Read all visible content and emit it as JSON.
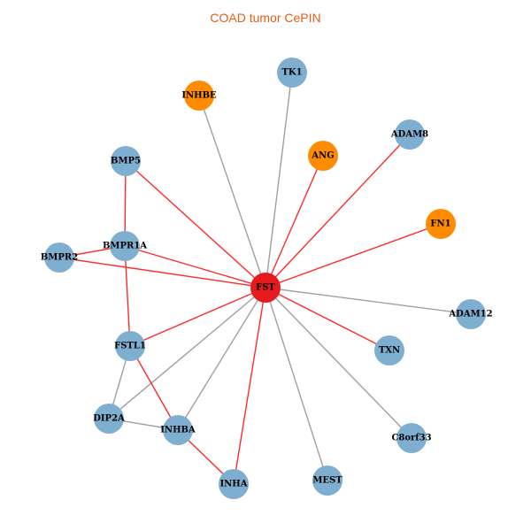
{
  "title": "COAD tumor CePIN",
  "colors": {
    "title": "#e85a14",
    "hub": "#e41a1c",
    "node": "#7fafd0",
    "highlight": "#ff8c00",
    "edge_red": "#ff2a2a",
    "edge_gray": "#a0a0a0"
  },
  "nodes": [
    {
      "id": "FST",
      "type": "hub"
    },
    {
      "id": "TK1",
      "type": "node"
    },
    {
      "id": "INHBE",
      "type": "highlight"
    },
    {
      "id": "ADAM8",
      "type": "node"
    },
    {
      "id": "ANG",
      "type": "highlight"
    },
    {
      "id": "BMP5",
      "type": "node"
    },
    {
      "id": "FN1",
      "type": "highlight"
    },
    {
      "id": "BMPR1A",
      "type": "node"
    },
    {
      "id": "BMPR2",
      "type": "node"
    },
    {
      "id": "ADAM12",
      "type": "node"
    },
    {
      "id": "FSTL1",
      "type": "node"
    },
    {
      "id": "TXN",
      "type": "node"
    },
    {
      "id": "DIP2A",
      "type": "node"
    },
    {
      "id": "INHBA",
      "type": "node"
    },
    {
      "id": "C8orf33",
      "type": "node"
    },
    {
      "id": "INHA",
      "type": "node"
    },
    {
      "id": "MEST",
      "type": "node"
    }
  ],
  "edges": [
    {
      "source": "FST",
      "target": "TK1",
      "color": "gray"
    },
    {
      "source": "FST",
      "target": "INHBE",
      "color": "gray"
    },
    {
      "source": "FST",
      "target": "ADAM8",
      "color": "red"
    },
    {
      "source": "FST",
      "target": "ANG",
      "color": "red"
    },
    {
      "source": "FST",
      "target": "FN1",
      "color": "red"
    },
    {
      "source": "FST",
      "target": "BMP5",
      "color": "red"
    },
    {
      "source": "FST",
      "target": "BMPR1A",
      "color": "red"
    },
    {
      "source": "FST",
      "target": "BMPR2",
      "color": "red"
    },
    {
      "source": "FST",
      "target": "ADAM12",
      "color": "gray"
    },
    {
      "source": "FST",
      "target": "TXN",
      "color": "red"
    },
    {
      "source": "FST",
      "target": "C8orf33",
      "color": "gray"
    },
    {
      "source": "FST",
      "target": "MEST",
      "color": "gray"
    },
    {
      "source": "FST",
      "target": "INHA",
      "color": "red"
    },
    {
      "source": "FST",
      "target": "INHBA",
      "color": "gray"
    },
    {
      "source": "FST",
      "target": "DIP2A",
      "color": "gray"
    },
    {
      "source": "FST",
      "target": "FSTL1",
      "color": "red"
    },
    {
      "source": "BMP5",
      "target": "BMPR1A",
      "color": "red"
    },
    {
      "source": "BMPR1A",
      "target": "BMPR2",
      "color": "red"
    },
    {
      "source": "BMPR1A",
      "target": "FSTL1",
      "color": "red"
    },
    {
      "source": "FSTL1",
      "target": "DIP2A",
      "color": "gray"
    },
    {
      "source": "FSTL1",
      "target": "INHBA",
      "color": "red"
    },
    {
      "source": "DIP2A",
      "target": "INHBA",
      "color": "gray"
    },
    {
      "source": "INHBA",
      "target": "INHA",
      "color": "red"
    }
  ]
}
